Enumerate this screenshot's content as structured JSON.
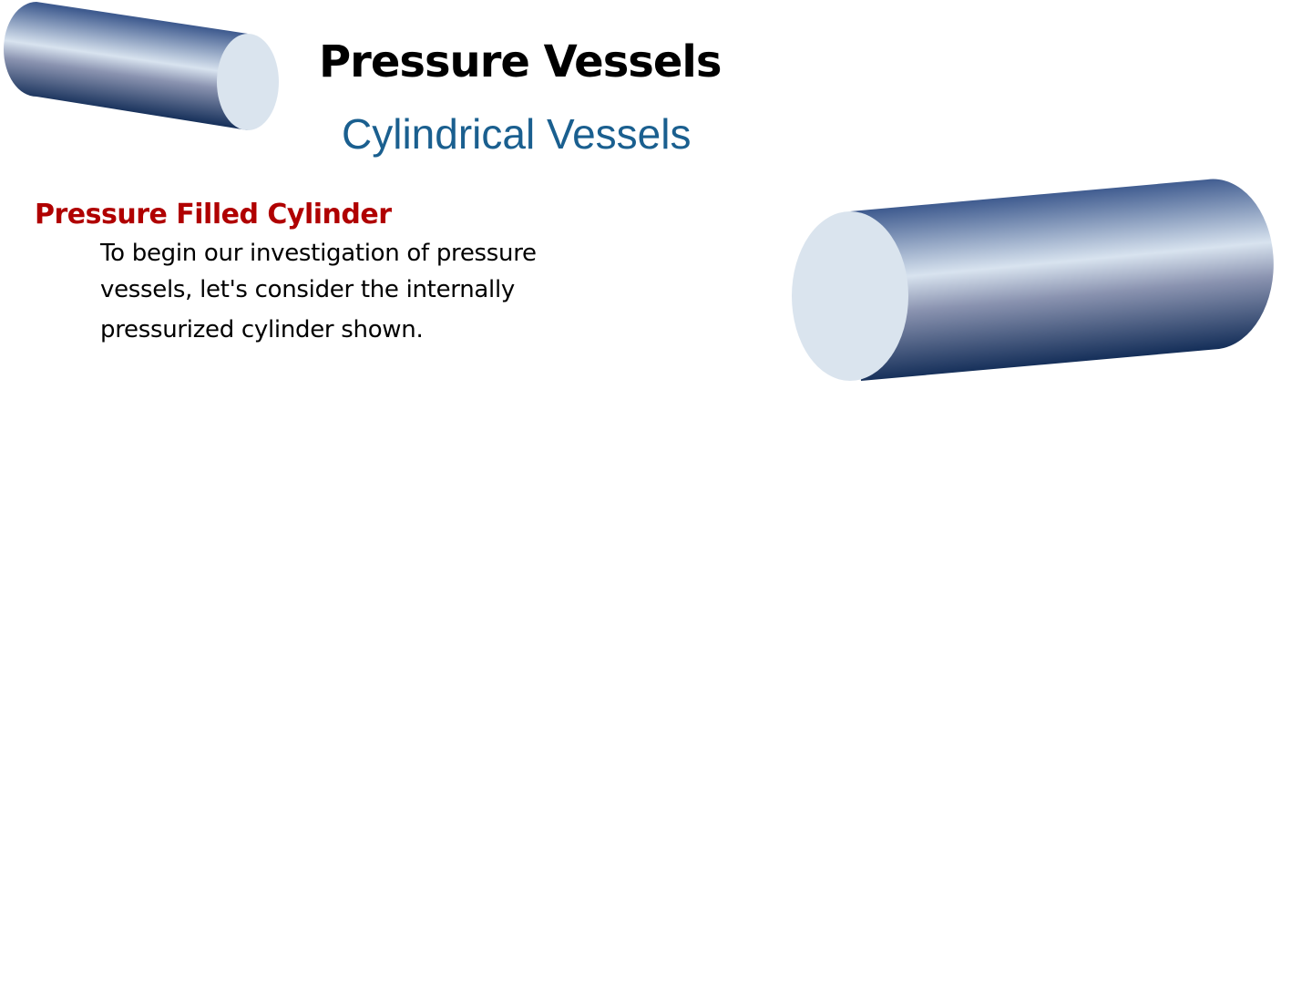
{
  "slide": {
    "title": "Pressure Vessels",
    "subtitle": "Cylindrical Vessels",
    "section_heading": "Pressure Filled Cylinder",
    "body_lines": [
      "To begin our investigation of pressure",
      "vessels, let's consider the internally",
      "pressurized cylinder shown."
    ]
  },
  "colors": {
    "title": "#000000",
    "subtitle": "#1a5f8f",
    "heading": "#b00000",
    "cylinder_dark": "#0f2a55",
    "cylinder_light": "#d8e3ef",
    "cylinder_cap": "#dae4ee"
  }
}
